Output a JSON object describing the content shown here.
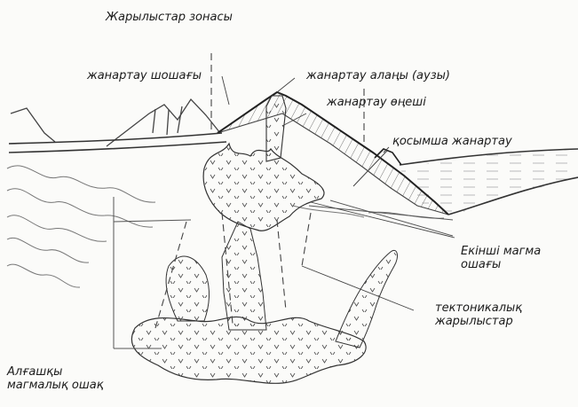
{
  "labels": {
    "fault_zone": "Жарылыстар зонасы",
    "volcanic_cone": "жанартау шошағы",
    "crater": "жанартау алаңы (аузы)",
    "vent": "жанартау өңеші",
    "parasitic_cone": "қосымша жанартау",
    "secondary_chamber_l1": "Екінші магма",
    "secondary_chamber_l2": "ошағы",
    "tectonic_faults_l1": "тектоникалық",
    "tectonic_faults_l2": "жарылыстар",
    "primary_chamber_l1": "Алғашқы",
    "primary_chamber_l2": "магмалық ошақ"
  }
}
